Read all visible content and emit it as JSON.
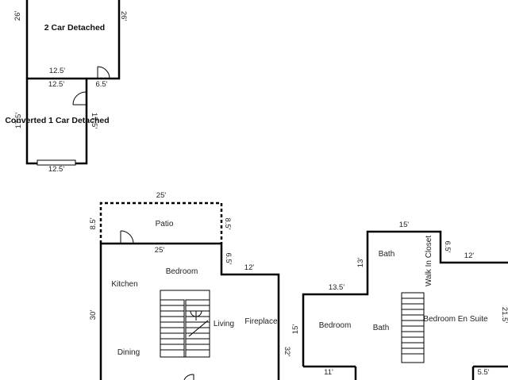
{
  "garage_2car": {
    "label": "2 Car Detached",
    "dim_left": "26'",
    "dim_right": "26'",
    "dim_bottom": "12.5'"
  },
  "garage_1car": {
    "label": "Converted 1 Car Detached",
    "dim_top": "12.5'",
    "dim_right_top": "6.5'",
    "dim_left": "17.5'",
    "dim_right": "17.5'",
    "dim_bottom": "12.5'"
  },
  "first_floor": {
    "patio_label": "Patio",
    "patio_width": "25'",
    "patio_depth_left": "8.5'",
    "patio_depth_right": "8.5'",
    "main_width": "25'",
    "step_depth": "6.5'",
    "step_width": "12'",
    "left_depth": "30'",
    "right_depth": "32'",
    "rooms": [
      "Kitchen",
      "Bedroom",
      "Living",
      "Fireplace",
      "Dining"
    ]
  },
  "second_floor": {
    "dim_top": "15'",
    "dim_13": "13'",
    "dim_6_5": "6.5'",
    "dim_12": "12'",
    "dim_13_5": "13.5'",
    "dim_15": "15'",
    "dim_21_5": "21.5'",
    "dim_11": "11'",
    "dim_5_5": "5.5'",
    "rooms": [
      "Bath",
      "Walk In Closet",
      "Bedroom",
      "Bath",
      "Bedroom En Suite"
    ]
  }
}
